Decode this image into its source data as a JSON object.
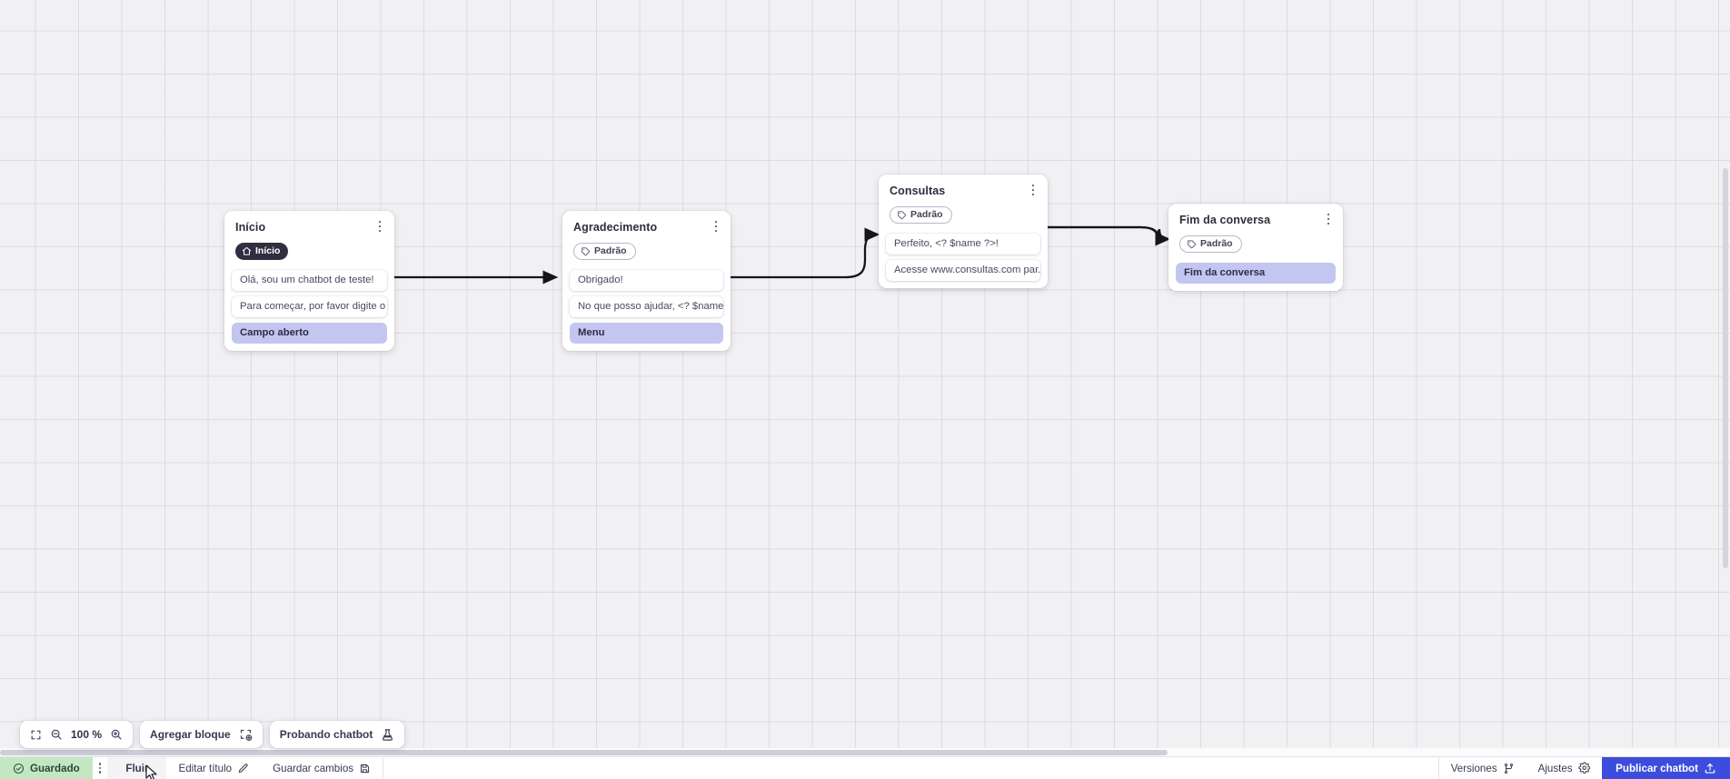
{
  "canvas": {
    "zoom_level": "100 %",
    "grid": "dotted-grid"
  },
  "nodes": [
    {
      "id": "inicio",
      "title": "Início",
      "badge": {
        "label": "Início",
        "style": "dark",
        "icon": "home-icon"
      },
      "rows": [
        {
          "text": "Olá, sou um chatbot de teste!",
          "type": "msg"
        },
        {
          "text": "Para começar, por favor digite o ...",
          "type": "msg"
        },
        {
          "text": "Campo aberto",
          "type": "action"
        }
      ]
    },
    {
      "id": "agradecimento",
      "title": "Agradecimento",
      "badge": {
        "label": "Padrão",
        "style": "outline",
        "icon": "tag-icon"
      },
      "rows": [
        {
          "text": "Obrigado!",
          "type": "msg"
        },
        {
          "text": "No que posso ajudar, <? $name ...",
          "type": "msg"
        },
        {
          "text": "Menu",
          "type": "action"
        }
      ]
    },
    {
      "id": "consultas",
      "title": "Consultas",
      "badge": {
        "label": "Padrão",
        "style": "outline",
        "icon": "tag-icon"
      },
      "rows": [
        {
          "text": "Perfeito, <? $name ?>!",
          "type": "msg"
        },
        {
          "text": "Acesse www.consultas.com par...",
          "type": "msg"
        }
      ]
    },
    {
      "id": "fim-da-conversa",
      "title": "Fim da conversa",
      "badge": {
        "label": "Padrão",
        "style": "outline",
        "icon": "tag-icon"
      },
      "rows": [
        {
          "text": "Fim da conversa",
          "type": "action"
        }
      ]
    }
  ],
  "toolbar": {
    "fit_icon": "fit-screen-icon",
    "zoom_out_icon": "zoom-out-icon",
    "zoom_level": "100 %",
    "zoom_in_icon": "zoom-in-icon",
    "add_block_label": "Agregar bloque",
    "add_block_icon": "add-block-icon",
    "test_chatbot_label": "Probando chatbot",
    "test_chatbot_icon": "flask-icon"
  },
  "statusbar": {
    "saved_label": "Guardado",
    "saved_icon": "check-circle-icon",
    "menu_icon": "vertical-dots-icon",
    "flow_tab_label": "Fluir",
    "edit_title_label": "Editar título",
    "edit_title_icon": "pencil-icon",
    "save_changes_label": "Guardar cambios",
    "save_changes_icon": "save-icon",
    "versions_label": "Versiones",
    "versions_icon": "branch-icon",
    "settings_label": "Ajustes",
    "settings_icon": "gear-icon",
    "publish_label": "Publicar chatbot",
    "publish_icon": "upload-icon"
  },
  "colors": {
    "canvas_bg": "#f1f0f3",
    "card_bg": "#ffffff",
    "action_row": "#c3c6f0",
    "badge_dark": "#302e41",
    "saved_green": "#c3e7c2",
    "publish_blue": "#3c4ddd",
    "edge_stroke": "#1a1a20"
  }
}
